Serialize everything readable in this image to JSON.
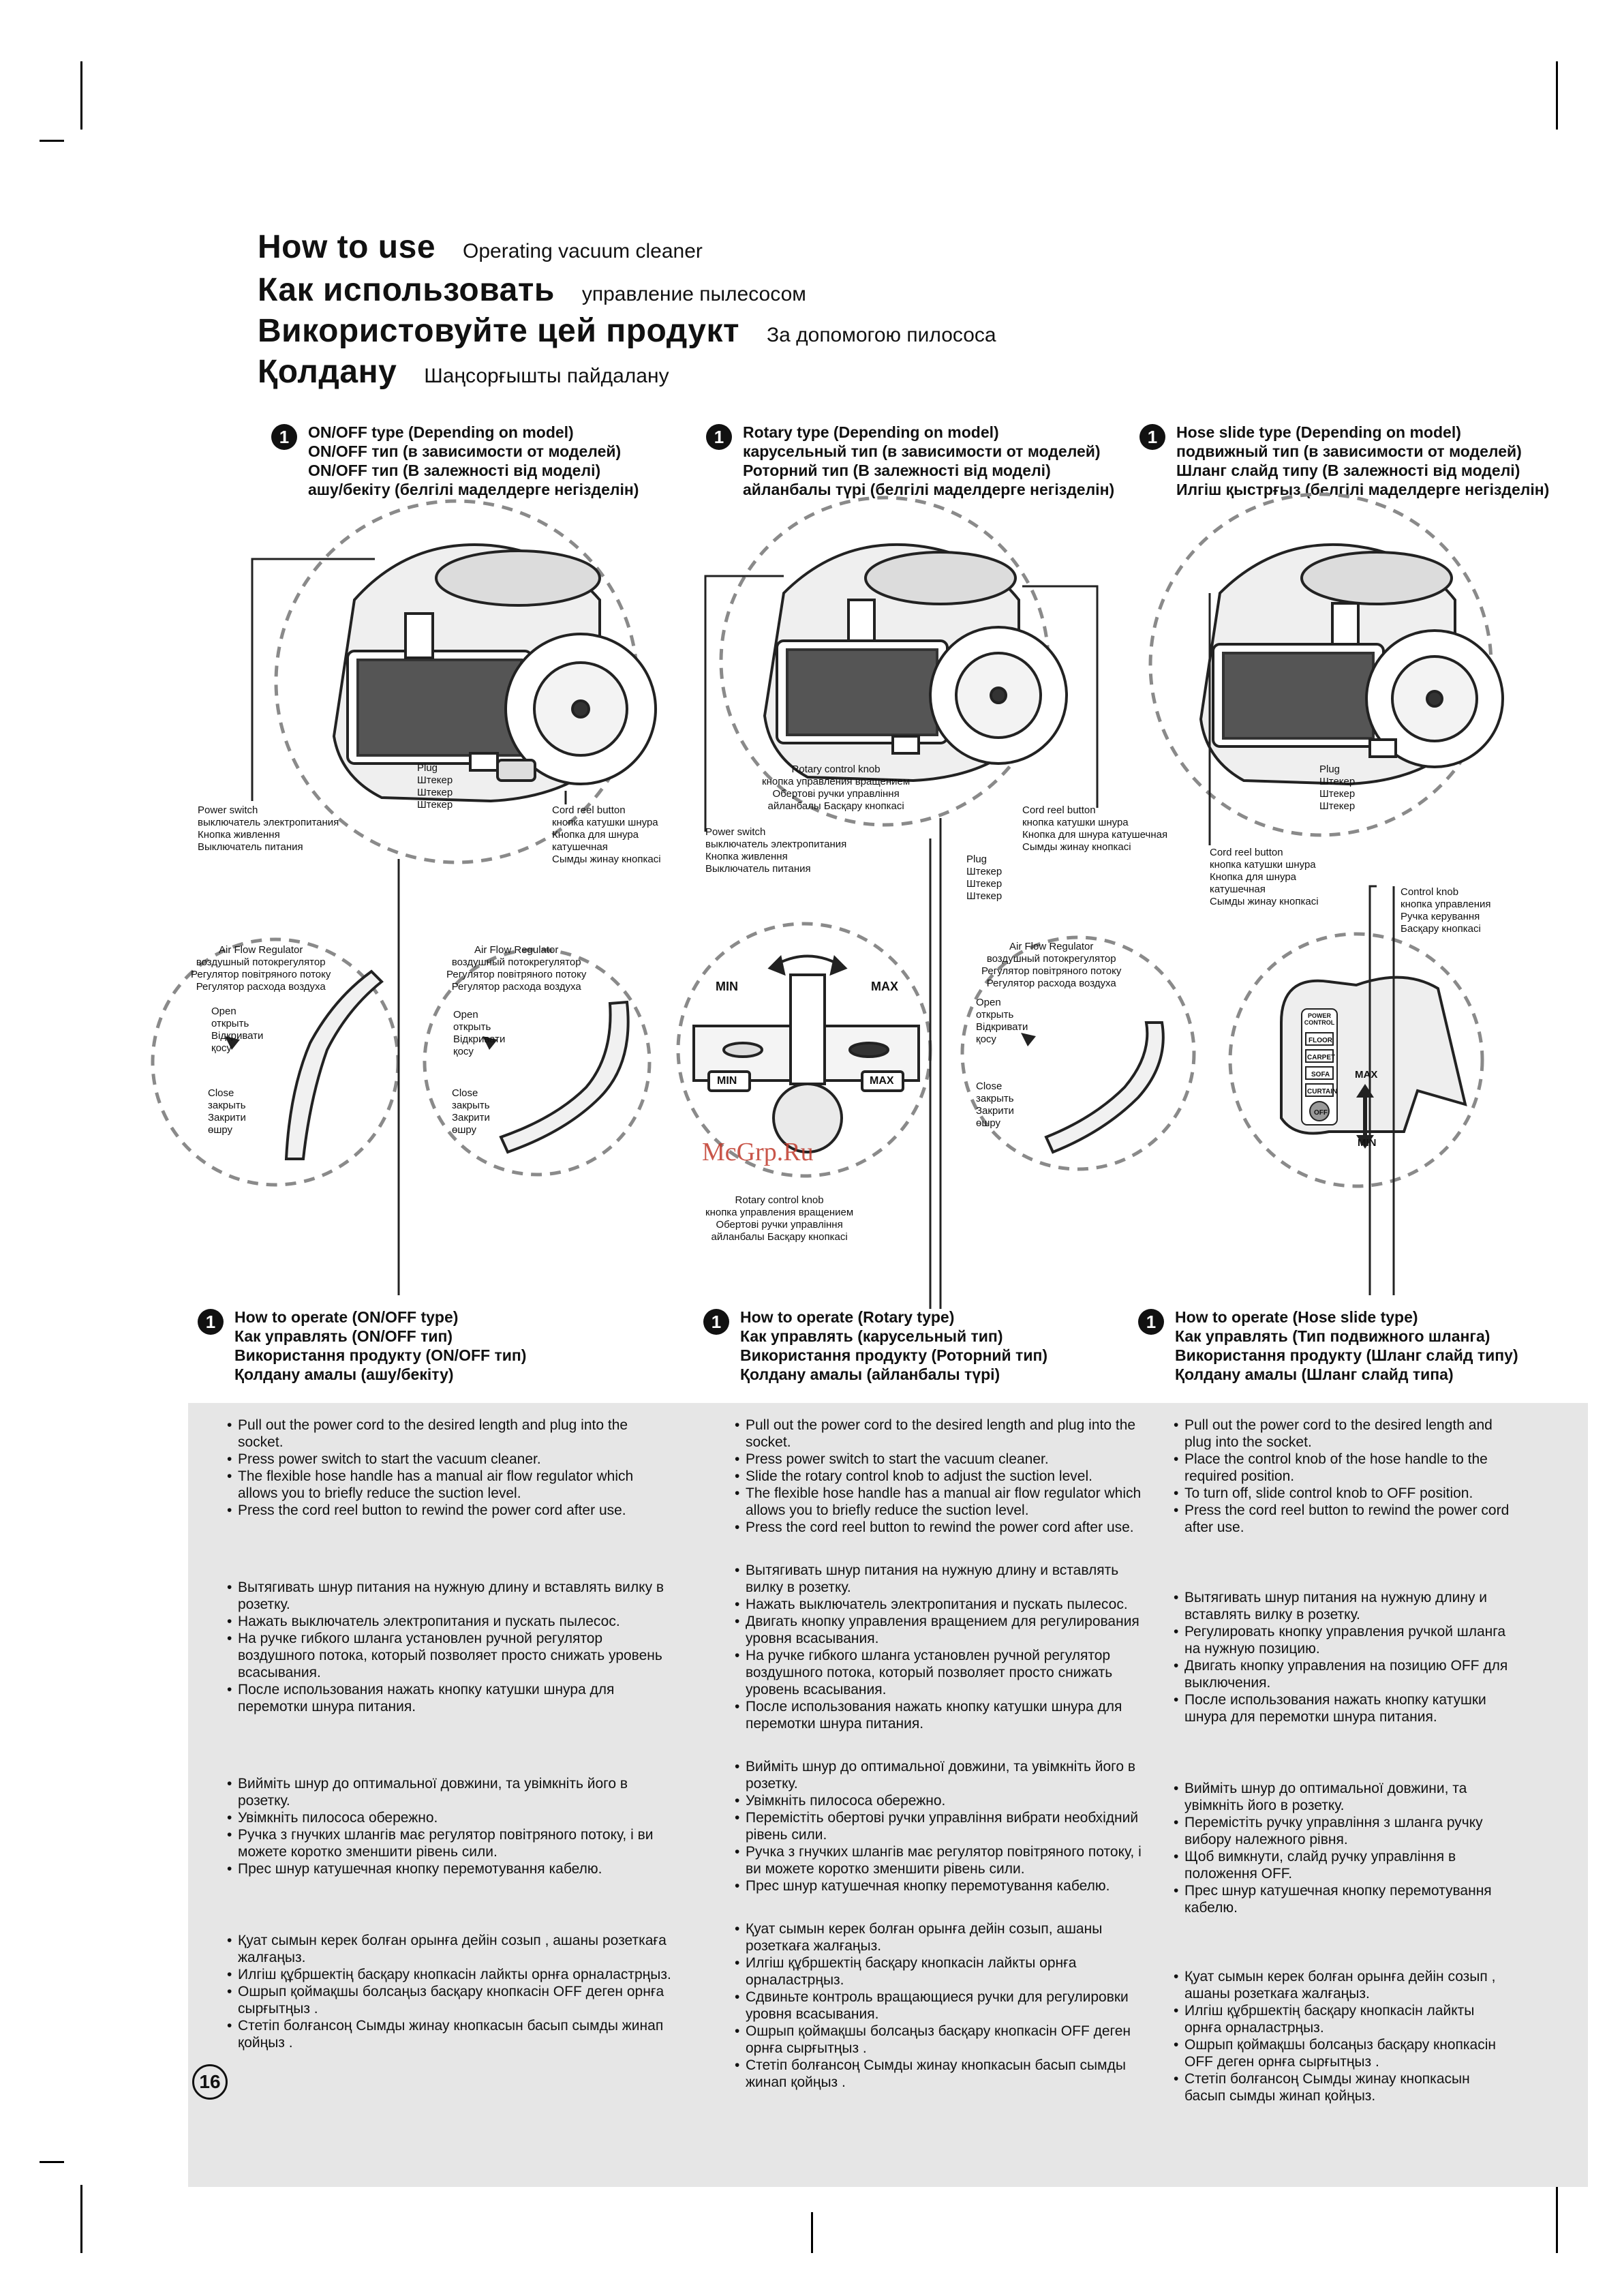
{
  "titles": [
    {
      "main": "How to use",
      "sub": "Operating vacuum cleaner"
    },
    {
      "main": "Как использовать",
      "sub": "управление пылесосом"
    },
    {
      "main": "Використовуйте цей продукт",
      "sub": "За допомогою пилососа"
    },
    {
      "main": "Қолдану",
      "sub": "Шаңсорғышты пайдалану"
    }
  ],
  "sections": [
    {
      "num": "1",
      "lines": [
        "ON/OFF type (Depending on model)",
        "ON/OFF тип (в зависимости от моделей)",
        "ON/OFF тип (В залежності від моделі)",
        "ашу/бекіту (белгілі маделдерге негізделін)"
      ]
    },
    {
      "num": "1",
      "lines": [
        "Rotary type (Depending on model)",
        "карусельный тип (в зависимости от моделей)",
        "Роторний тип (В залежності від моделі)",
        "айланбалы түрі (белгілі маделдерге негізделін)"
      ]
    },
    {
      "num": "1",
      "lines": [
        "Hose slide  type (Depending on model)",
        "подвижный тип (в зависимости от моделей)",
        "Шланг слайд типу  (В залежності від моделі)",
        "Илгіш қыстрғыз (белгілі маделдерге негізделін)"
      ]
    }
  ],
  "labels": {
    "plug": [
      "Plug",
      "Штекер",
      "Штекер",
      "Штекер"
    ],
    "power_switch_1": [
      "Power switch",
      "выключатель электропитания",
      "Кнопка живлення",
      "Выключатель питания"
    ],
    "cord_reel_1": [
      "Cord reel button",
      "кнопка катушки шнура",
      "Кнопка для шнура",
      "катушечная",
      "Сымды жинау кнопкасі"
    ],
    "rotary_knob_top": [
      "Rotary control knob",
      "кнопка управления вращением",
      "Обертові ручки управління",
      "айланбалы Басқару кнопкасі"
    ],
    "power_switch_2": [
      "Power switch",
      "выключатель электропитания",
      "Кнопка живлення",
      "Выключатель питания"
    ],
    "cord_reel_2": [
      "Cord reel button",
      "кнопка катушки шнура",
      "Кнопка для шнура катушечная",
      "Сымды жинау кнопкасі"
    ],
    "plug_2": [
      "Plug",
      "Штекер",
      "Штекер",
      "Штекер"
    ],
    "plug_3": [
      "Plug",
      "Штекер",
      "Штекер",
      "Штекер"
    ],
    "cord_reel_3": [
      "Cord reel button",
      "кнопка катушки шнура",
      "Кнопка для шнура",
      "катушечная",
      "Сымды жинау кнопкасі"
    ],
    "control_knob": [
      "Control knob",
      "кнопка управления",
      "Ручка керування",
      "Басқару кнопкасі"
    ],
    "air_flow": [
      "Air Flow Regulator",
      "воздушный потокрегулятор",
      "Регулятор повітряного потоку",
      "Регулятор расхода воздуха"
    ],
    "open": [
      "Open",
      "открыть",
      "Відкривати",
      "қосу"
    ],
    "close": [
      "Close",
      "закрыть",
      "Закрити",
      "өшру"
    ],
    "min": "MIN",
    "max": "MAX",
    "rotary_knob_bottom": [
      "Rotary control knob",
      "кнопка управления вращением",
      "Обертові ручки управління",
      "айланбалы Басқару кнопкасі"
    ],
    "panel": [
      "POWER CONTROL",
      "FLOOR",
      "CARPET",
      "SOFA",
      "CURTAIN",
      "OFF"
    ],
    "max_v": "MAX",
    "min_v": "MIN"
  },
  "operate": [
    {
      "num": "1",
      "lines": [
        "How to operate (ON/OFF type)",
        "Как управлять (ON/OFF тип)",
        "Використання продукту (ON/OFF тип)",
        "Қолдану амалы (ашу/бекіту)"
      ]
    },
    {
      "num": "1",
      "lines": [
        "How to operate (Rotary  type)",
        "Как управлять (карусельный тип)",
        "Використання продукту (Роторний тип)",
        "Қолдану амалы (айланбалы түрі)"
      ]
    },
    {
      "num": "1",
      "lines": [
        "How to operate (Hose slide  type)",
        "Как управлять (Тип подвижного шланга)",
        "Використання продукту (Шланг слайд типу)",
        "Қолдану амалы (Шланг слайд типа)"
      ]
    }
  ],
  "columns": [
    [
      [
        "Pull out the power cord to the desired length and plug into the socket.",
        "Press power switch to start the vacuum cleaner.",
        "The flexible hose handle has a manual air flow regulator which allows you to briefly reduce the suction level.",
        "Press the cord reel button to rewind the power cord after use."
      ],
      [
        "Вытягивать шнур питания на нужную длину и вставлять вилку в розетку.",
        "Нажать выключатель электропитания и пускать пылесос.",
        "На ручке гибкого шланга установлен ручной регулятор воздушного потока, который позволяет просто снижать уровень всасывания.",
        "После использования нажать кнопку катушки шнура для перемотки шнура питания."
      ],
      [
        "Виймiть шнур до оптимальної довжини, та увiмкнiть його в розетку.",
        "Увiмкнiть пилососа обережно.",
        "Ручка з гнучких шлангiв має регулятор повiтряного потоку, i ви можете коротко зменшити рiвень сили.",
        "Прес шнур катушечная кнопку перемотування кабелю."
      ],
      [
        "Қуат сымын керек болған орынға дейін созып , ашаны розеткаға жалғаңыз.",
        "Илгіш құбршектің басқару кнопкасін лайкты орнға орналастрңыз.",
        "Ошрып қоймақшы болсаңыз басқару кнопкасін OFF деген орнға сырғытңыз .",
        "Стетіп болғансоң Сымды жинау кнопкасын басып сымды жинап қойңыз ."
      ]
    ],
    [
      [
        "Pull out the power cord to the desired length and plug into the socket.",
        "Press power switch to start the vacuum cleaner.",
        "Slide the rotary control knob to adjust the suction level.",
        "The flexible hose handle has a manual air flow regulator which allows you to briefly reduce the suction level.",
        "Press the cord reel button to rewind the power cord after use."
      ],
      [
        "Вытягивать шнур питания на нужную длину и вставлять вилку в розетку.",
        "Нажать выключатель электропитания и пускать пылесос.",
        "Двигать кнопку управления вращением для регулирования уровня всасывания.",
        "На ручке гибкого шланга установлен ручной регулятор воздушного потока, который позволяет просто снижать уровень всасывания.",
        "После использования нажать кнопку катушки шнура для перемотки шнура питания."
      ],
      [
        "Виймiть шнур до оптимальної довжини, та увiмкнiть його в розетку.",
        "Увiмкнiть пилососа обережно.",
        "Перемiстiть обертовi ручки управлiння вибрати необхiдний рiвень сили.",
        "Ручка з гнучких шлангiв має регулятор повiтряного потоку, i ви можете коротко зменшити рiвень сили.",
        "Прес шнур катушечная кнопку перемотування кабелю."
      ],
      [
        "Қуат сымын керек болған орынға дейін созып, ашаны розеткаға жалғаңыз.",
        "Илгіш құбршектің басқару кнопкасін лайкты орнға орналастрңыз.",
        "Сдвиньте контроль вращающиеся ручки для регулировки уровня всасывания.",
        "Ошрып қоймақшы болсаңыз басқару кнопкасін OFF деген орнға сырғытңыз .",
        "Стетіп болғансоң Сымды жинау кнопкасын басып сымды жинап қойңыз ."
      ]
    ],
    [
      [
        "Pull out the power cord to the desired length and plug into the socket.",
        "Place the control knob of the hose handle to the required position.",
        "To turn off, slide control knob to OFF position.",
        "Press the cord reel button to rewind the power cord after use."
      ],
      [
        "Вытягивать шнур питания на нужную длину и вставлять вилку в розетку.",
        "Регулировать кнопку управления ручкой шланга на нужную позицию.",
        "Двигать кнопку управления на позицию OFF для выключения.",
        "После использования нажать кнопку катушки шнура для перемотки шнура питания."
      ],
      [
        "Виймiть шнур до оптимальної довжини, та увiмкнiть його в розетку.",
        "Перемiстiть ручку управлiння з шланга ручку вибору належного рiвня.",
        "Щоб вимкнути, слайд ручку управлiння в положення OFF.",
        "Прес шнур катушечная кнопку перемотування кабелю."
      ],
      [
        "Қуат сымын керек болған орынға дейін созып , ашаны розеткаға жалғаңыз.",
        "Илгіш құбршектің басқару кнопкасін лайкты орнға орналастрңыз.",
        "Ошрып қоймақшы болсаңыз басқару кнопкасін OFF деген орнға сырғытңыз .",
        "Стетіп болғансоң Сымды жинау кнопкасын басып сымды жинап қойңыз."
      ]
    ]
  ],
  "page_number": "16",
  "watermark": "McGrp.Ru"
}
